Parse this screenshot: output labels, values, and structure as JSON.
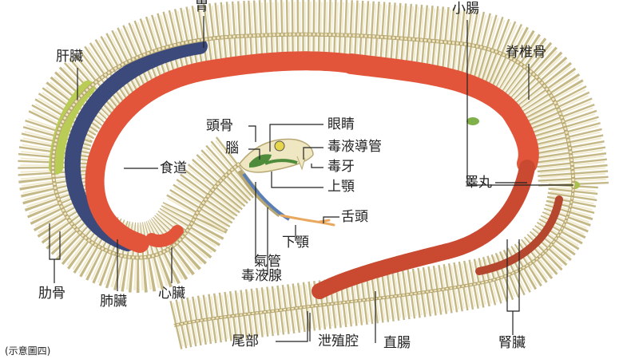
{
  "diagram": {
    "labels": {
      "stomach": "胃",
      "small_intestine": "小腸",
      "liver": "肝臟",
      "spine": "脊椎骨",
      "skull": "頭骨",
      "eye": "眼睛",
      "brain": "腦",
      "venom_duct": "毒液導管",
      "esophagus": "食道",
      "fang": "毒牙",
      "testis": "睪丸",
      "maxilla": "上顎",
      "tongue": "舌頭",
      "mandible": "下顎",
      "trachea": "氣管",
      "venom_gland": "毒液腺",
      "ribs": "肋骨",
      "lung": "肺臟",
      "heart": "心臟",
      "tail": "尾部",
      "cloaca": "泄殖腔",
      "rectum": "直腸",
      "kidney": "腎臟"
    },
    "caption": "(示意圖四)"
  },
  "colors": {
    "bone": "#e8dfb4",
    "bone_outline": "#b7a873",
    "organ_red": "#e2553a",
    "lung_blue": "#3b4a7a",
    "liver_green": "#b9cc55",
    "gland_green": "#4e8b3a",
    "duct_blue": "#5a7fb6",
    "tongue_orange": "#e8a860",
    "leader": "#222222"
  }
}
